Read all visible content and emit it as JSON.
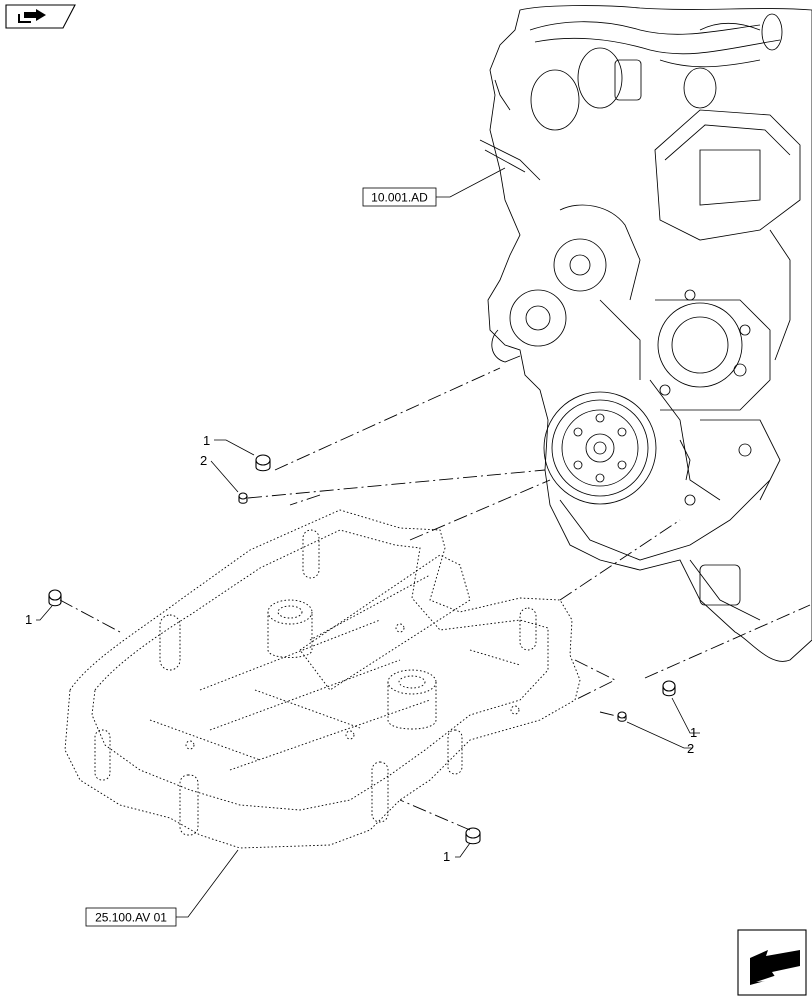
{
  "diagram": {
    "references": [
      {
        "id": "engine-ref",
        "label": "10.001.AD"
      },
      {
        "id": "frame-ref",
        "label": "25.100.AV 01"
      }
    ],
    "callouts": [
      {
        "id": "c1-top",
        "label": "1"
      },
      {
        "id": "c2-top",
        "label": "2"
      },
      {
        "id": "c1-left",
        "label": "1"
      },
      {
        "id": "c1-right",
        "label": "1"
      },
      {
        "id": "c2-right",
        "label": "2"
      },
      {
        "id": "c1-bottom",
        "label": "1"
      }
    ]
  },
  "icons": {
    "top_left": "navigation-arrow-icon",
    "bottom_right": "next-page-arrow-icon"
  }
}
